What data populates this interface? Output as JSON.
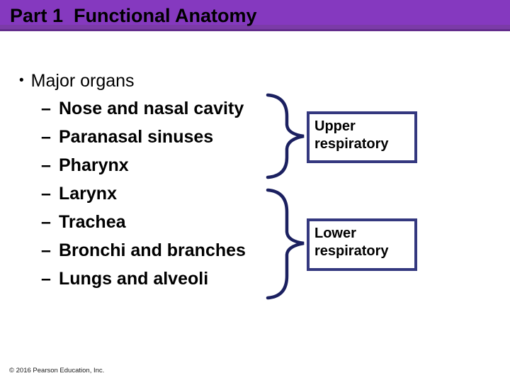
{
  "header": {
    "title": "Part 1  Functional Anatomy"
  },
  "content": {
    "bullet_marker": "•",
    "bullet": "Major organs",
    "dash": "–",
    "items": [
      {
        "label": "Nose and nasal cavity"
      },
      {
        "label": "Paranasal sinuses"
      },
      {
        "label": "Pharynx"
      },
      {
        "label": "Larynx"
      },
      {
        "label": "Trachea"
      },
      {
        "label": "Bronchi and branches"
      },
      {
        "label": "Lungs and alveoli"
      }
    ]
  },
  "groups": [
    {
      "label": "Upper respiratory"
    },
    {
      "label": "Lower respiratory"
    }
  ],
  "footer": {
    "copyright": "© 2016 Pearson Education, Inc."
  },
  "colors": {
    "header_purple": "#8539BF",
    "header_purple_dark": "#7B3BA7",
    "header_edge": "#632D8C",
    "brace_navy": "#1B2060",
    "box_border": "#34387F"
  }
}
